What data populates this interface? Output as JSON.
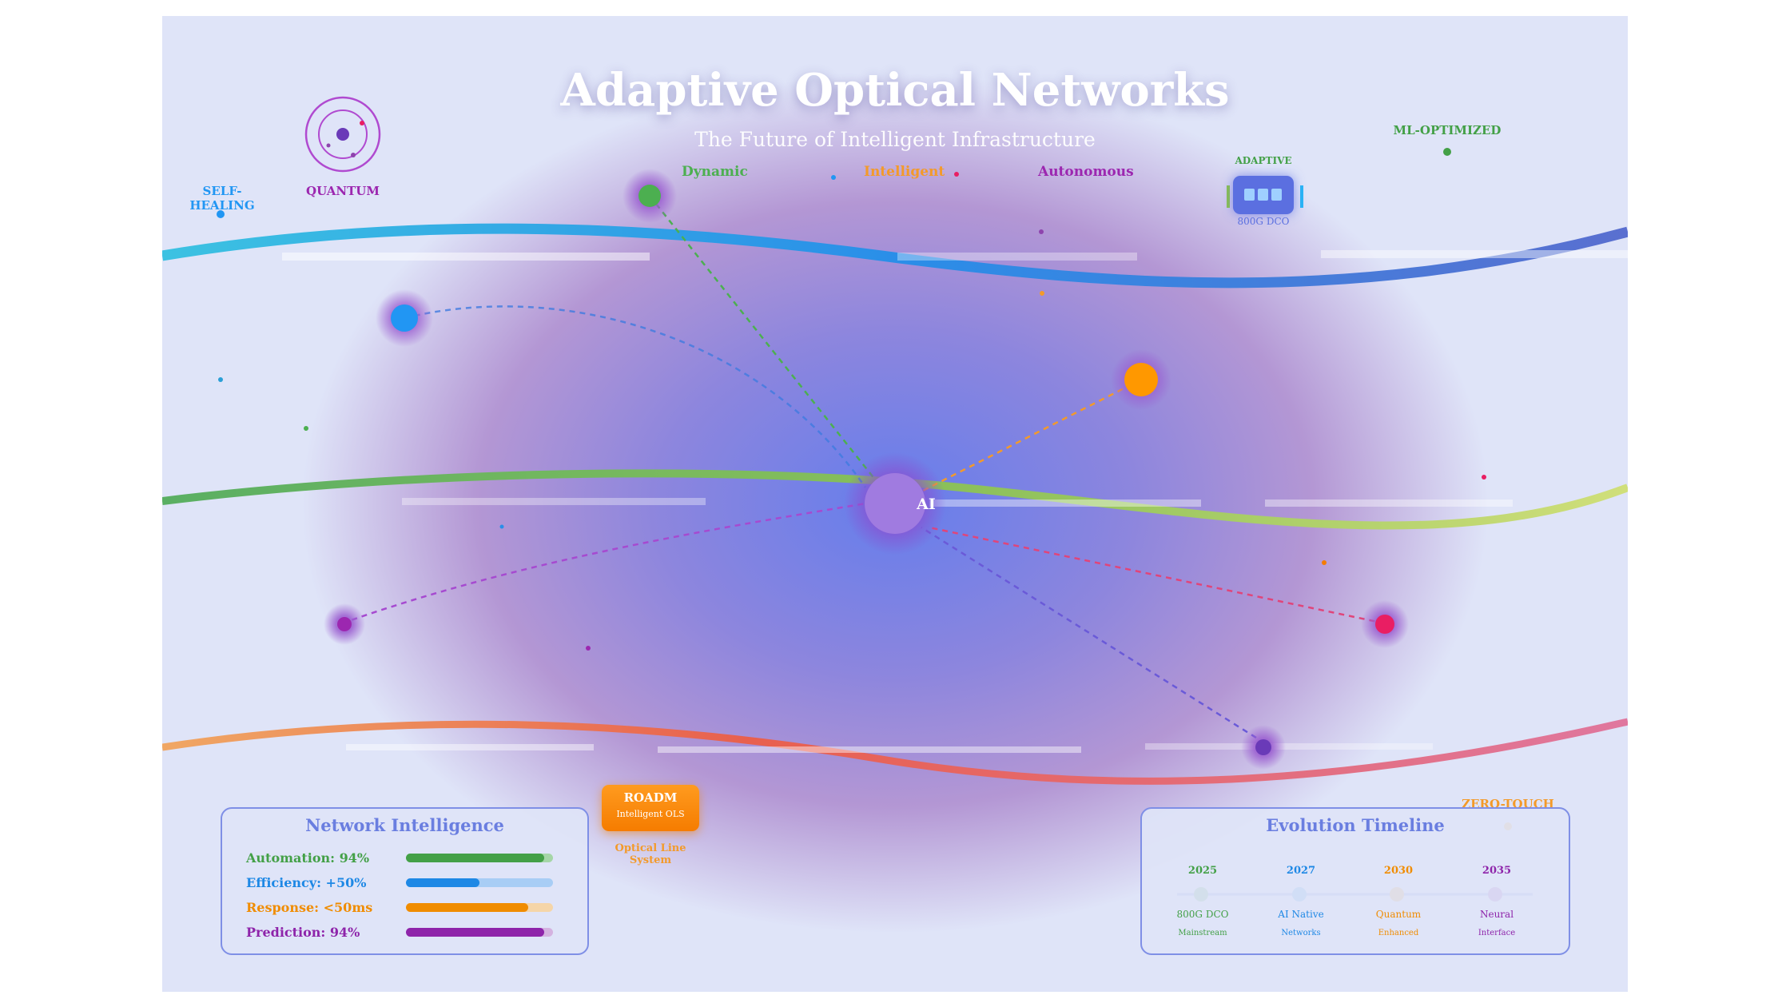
{
  "title": "Adaptive Optical Networks",
  "subtitle": "The Future of Intelligent Infrastructure",
  "keywords": [
    {
      "label": "Dynamic",
      "color": "#4caf50"
    },
    {
      "label": "Intelligent",
      "color": "#f39a2a"
    },
    {
      "label": "Autonomous",
      "color": "#9c27b0"
    }
  ],
  "corner_labels": {
    "self_healing": "SELF-HEALING",
    "quantum": "QUANTUM",
    "ml_optimized": "ML-OPTIMIZED",
    "adaptive": "ADAPTIVE",
    "zero_touch": "ZERO-TOUCH"
  },
  "hub_label": "AI",
  "dco_label": "800G DCO",
  "roadm": {
    "title": "ROADM",
    "subtitle": "Intelligent OLS",
    "caption": "Optical Line System"
  },
  "network_intelligence": {
    "title": "Network Intelligence",
    "metrics": [
      {
        "label": "Automation: 94%",
        "color": "#43a047",
        "track": "#a5d6a7",
        "fill": 0.94
      },
      {
        "label": "Efficiency: +50%",
        "color": "#1e88e5",
        "track": "#a8cdf5",
        "fill": 0.5
      },
      {
        "label": "Response: <50ms",
        "color": "#f08c00",
        "track": "#f5d5a8",
        "fill": 0.83
      },
      {
        "label": "Prediction: 94%",
        "color": "#8e24aa",
        "track": "#d4b2e0",
        "fill": 0.94
      }
    ]
  },
  "evolution_timeline": {
    "title": "Evolution Timeline",
    "milestones": [
      {
        "year": "2025",
        "name": "800G DCO",
        "sub": "Mainstream",
        "color": "#43a047"
      },
      {
        "year": "2027",
        "name": "AI Native",
        "sub": "Networks",
        "color": "#1e88e5"
      },
      {
        "year": "2030",
        "name": "Quantum",
        "sub": "Enhanced",
        "color": "#f08c00"
      },
      {
        "year": "2035",
        "name": "Neural",
        "sub": "Interface",
        "color": "#8e24aa"
      }
    ]
  },
  "colors": {
    "background": "#dfe4f8",
    "accent_blue": "#6a7ee0",
    "green": "#4caf50",
    "orange": "#ff9800",
    "pink": "#e91e63",
    "purple": "#9c27b0"
  }
}
